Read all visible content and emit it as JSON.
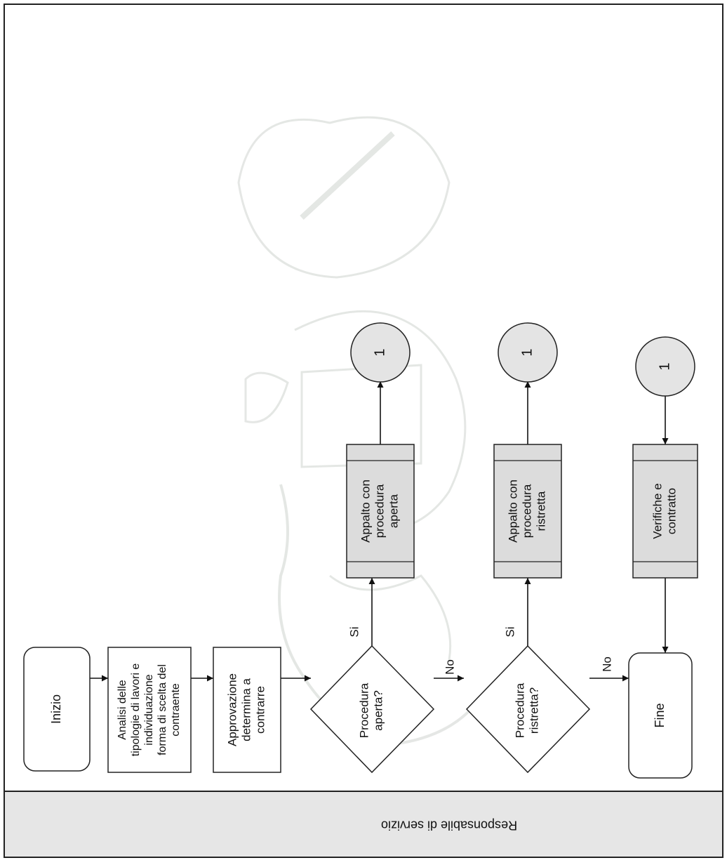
{
  "swimlane": {
    "label": "Responsabile di servizio"
  },
  "nodes": {
    "start": "Inizio",
    "analysis": [
      "Analisi delle",
      "tipologie di lavori e",
      "individuazione",
      "forma di scelta del",
      "contraente"
    ],
    "approval": [
      "Approvazione",
      "determina a",
      "contrarre"
    ],
    "decision_open": [
      "Procedura",
      "aperta?"
    ],
    "decision_restricted": [
      "Procedura",
      "ristretta?"
    ],
    "end": "Fine",
    "process_open": [
      "Appalto con",
      "procedura",
      "aperta"
    ],
    "process_restricted": [
      "Appalto con",
      "procedura",
      "ristretta"
    ],
    "process_checks": [
      "Verifiche e",
      "contratto"
    ],
    "connector_open": "1",
    "connector_restricted": "1",
    "connector_checks": "1"
  },
  "edge_labels": {
    "open_yes": "Si",
    "open_no": "No",
    "restricted_yes": "Si",
    "restricted_no": "No"
  },
  "colors": {
    "process_fill": "#dcdcdc",
    "connector_fill": "#e4e4e4",
    "lane_fill": "#e6e6e6",
    "watermark": "#cfd4cf"
  }
}
